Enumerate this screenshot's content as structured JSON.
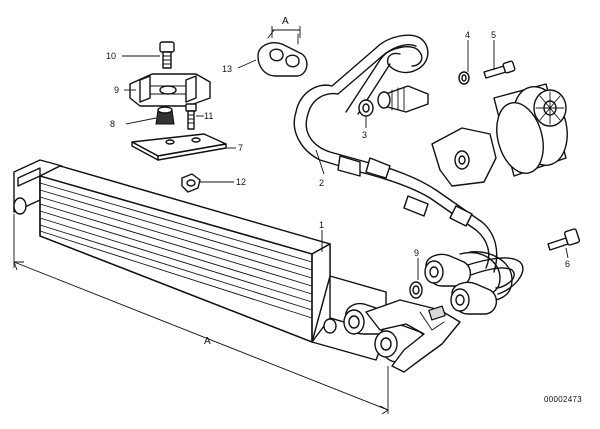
{
  "diagram": {
    "callouts": [
      "1",
      "2",
      "3",
      "4",
      "5",
      "6",
      "7",
      "8",
      "9",
      "10",
      "11",
      "12",
      "13"
    ],
    "dimension_label": "A",
    "clip_dimension_label": "A",
    "drawing_number": "00002473"
  }
}
